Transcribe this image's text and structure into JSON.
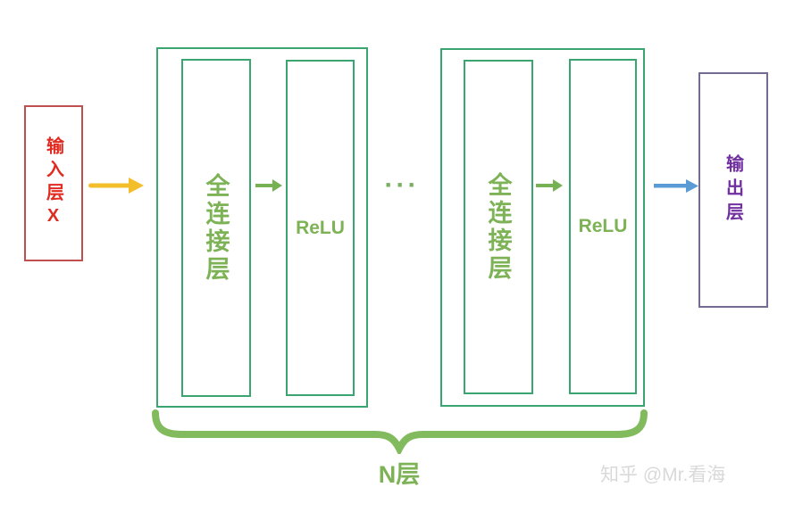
{
  "diagram": {
    "title_semantic": "MLP architecture: input layer, N fully-connected + ReLU layers, output layer",
    "input_label": "输入层X",
    "layers": [
      {
        "fc_label": "全连接层",
        "relu_label": "ReLU"
      },
      {
        "fc_label": "全连接层",
        "relu_label": "ReLU"
      }
    ],
    "ellipsis": "···",
    "output_label": "输出层",
    "brace_label": "N层",
    "watermark": "知乎 @Mr.看海",
    "colors": {
      "input_text": "#e02b20",
      "input_border": "#c0504d",
      "input_arrow": "#f2bf2b",
      "group_border": "#3aa571",
      "layer_text": "#7db356",
      "inner_arrow": "#76b254",
      "ellipsis": "#7aaf62",
      "output_arrow": "#5b9bd5",
      "output_text": "#7030a0",
      "output_border": "#756a92",
      "brace": "#82bb5e",
      "n_label": "#7db356",
      "watermark": "#d9d9d9"
    }
  }
}
